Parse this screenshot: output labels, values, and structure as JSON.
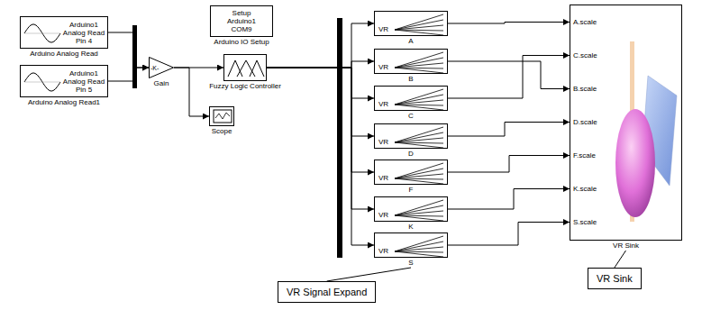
{
  "diagram": {
    "nodes": [
      {
        "text": [
          "Arduino1 Analog Read Pin 4",
          "Arduino Analog Read"
        ]
      },
      {
        "text": [
          "Arduino1 Analog Read Pin 5",
          "Arduino Analog Read1"
        ]
      },
      {
        "text": [
          "-K-",
          "Gain"
        ]
      },
      {
        "text": [
          "Setup Arduino1 COM9",
          "Arduino IO Setup"
        ]
      },
      {
        "text": [
          "Fuzzy Logic Controller"
        ]
      },
      {
        "text": [
          "Scope"
        ]
      },
      {
        "text": [
          "VR",
          "A"
        ]
      },
      {
        "text": [
          "VR",
          "B"
        ]
      },
      {
        "text": [
          "VR",
          "C"
        ]
      },
      {
        "text": [
          "VR",
          "D"
        ]
      },
      {
        "text": [
          "VR",
          "F"
        ]
      },
      {
        "text": [
          "VR",
          "K"
        ]
      },
      {
        "text": [
          "VR",
          "S"
        ]
      },
      {
        "text": [
          "A.scale",
          "C.scale",
          "B.scale",
          "D.scale",
          "F.scale",
          "K.scale",
          "S.scale",
          "VR Sink"
        ]
      },
      {
        "text": [
          "VR Signal Expand"
        ]
      },
      {
        "text": [
          "VR Sink"
        ]
      }
    ],
    "edges": [
      {
        "from": 0,
        "to": 2,
        "arrow": "to"
      },
      {
        "from": 1,
        "to": 2,
        "arrow": "to"
      },
      {
        "from": 2,
        "to": 4,
        "arrow": "to"
      },
      {
        "from": 2,
        "to": 5,
        "arrow": "to"
      },
      {
        "from": 4,
        "to": 6,
        "arrow": "to"
      },
      {
        "from": 4,
        "to": 7,
        "arrow": "to"
      },
      {
        "from": 4,
        "to": 8,
        "arrow": "to"
      },
      {
        "from": 4,
        "to": 9,
        "arrow": "to"
      },
      {
        "from": 4,
        "to": 10,
        "arrow": "to"
      },
      {
        "from": 4,
        "to": 11,
        "arrow": "to"
      },
      {
        "from": 4,
        "to": 12,
        "arrow": "to"
      },
      {
        "from": 6,
        "to": 13,
        "arrow": "to"
      },
      {
        "from": 7,
        "to": 13,
        "arrow": "to"
      },
      {
        "from": 8,
        "to": 13,
        "arrow": "to"
      },
      {
        "from": 9,
        "to": 13,
        "arrow": "to"
      },
      {
        "from": 10,
        "to": 13,
        "arrow": "to"
      },
      {
        "from": 11,
        "to": 13,
        "arrow": "to"
      },
      {
        "from": 12,
        "to": 13,
        "arrow": "to"
      },
      {
        "from": 14,
        "to": 12,
        "arrow": "none"
      },
      {
        "from": 15,
        "to": 13,
        "arrow": "none"
      }
    ]
  }
}
